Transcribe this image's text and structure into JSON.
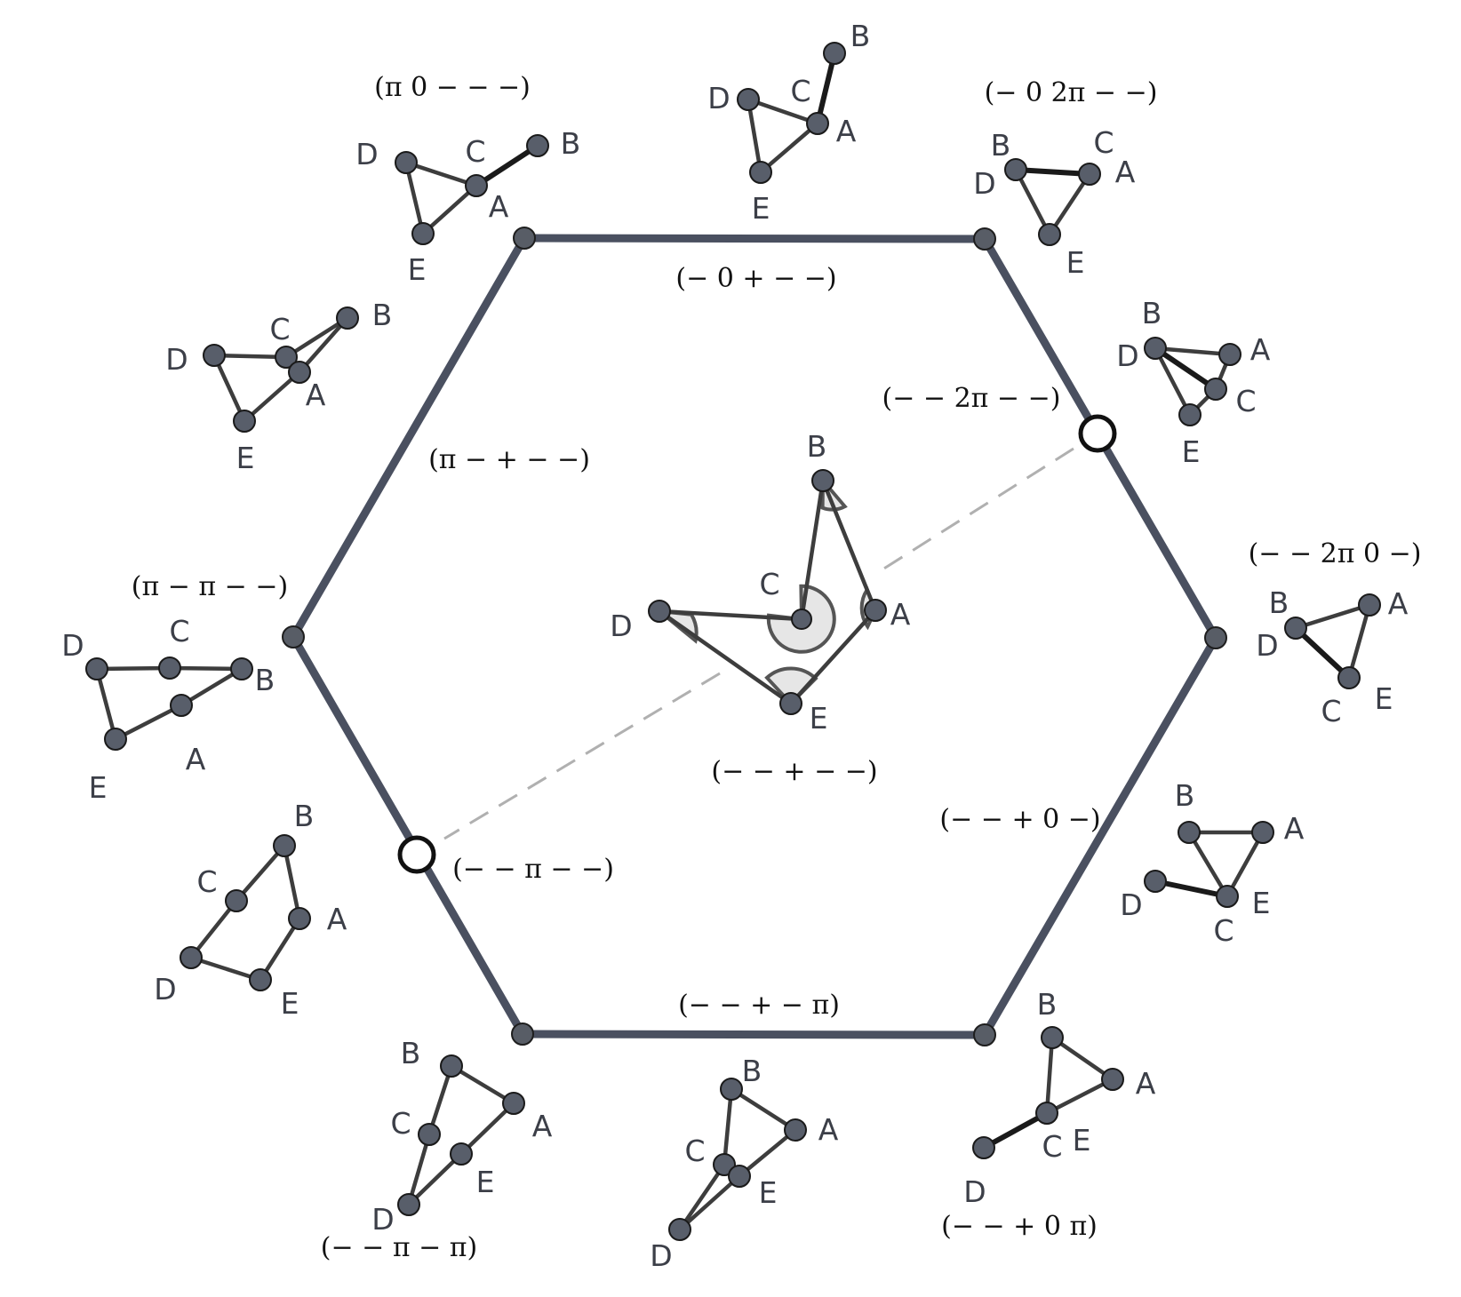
{
  "hexagon": {
    "edge_labels": {
      "top": "(− 0 + − −)",
      "upper_left": "(π − + − −)",
      "upper_right": "(− − 2π − −)",
      "lower_left": "(− − π − −)",
      "lower_right": "(− − + 0 −)",
      "bottom": "(− − + − π)",
      "center": "(− − + − −)"
    },
    "vertex_labels": {
      "top_left": "(π 0 − − −)",
      "top_right": "(− 0  2π  − −)",
      "right": "(− − 2π  0 −)",
      "left": "(π − π − −)",
      "bottom_left": "(− − π − π)",
      "bottom_right": "(− − + 0  π)"
    }
  },
  "center_shape": {
    "labels": {
      "A": "A",
      "B": "B",
      "C": "C",
      "D": "D",
      "E": "E"
    }
  },
  "configurations": [
    {
      "id": "top",
      "labels": {
        "A": "A",
        "B": "B",
        "C": "C",
        "D": "D",
        "E": "E"
      }
    },
    {
      "id": "top-left",
      "labels": {
        "A": "A",
        "B": "B",
        "C": "C",
        "D": "D",
        "E": "E"
      }
    },
    {
      "id": "top-right",
      "labels": {
        "A": "A",
        "B": "B",
        "C": "C",
        "D": "D",
        "E": "E"
      }
    },
    {
      "id": "upper-left",
      "labels": {
        "A": "A",
        "B": "B",
        "C": "C",
        "D": "D",
        "E": "E"
      }
    },
    {
      "id": "upper-right",
      "labels": {
        "A": "A",
        "B": "B",
        "C": "C",
        "D": "D",
        "E": "E"
      }
    },
    {
      "id": "left",
      "labels": {
        "A": "A",
        "B": "B",
        "C": "C",
        "D": "D",
        "E": "E"
      }
    },
    {
      "id": "right",
      "labels": {
        "A": "A",
        "B": "B",
        "C": "C",
        "D": "D",
        "E": "E"
      }
    },
    {
      "id": "lower-left",
      "labels": {
        "A": "A",
        "B": "B",
        "C": "C",
        "D": "D",
        "E": "E"
      }
    },
    {
      "id": "lower-right",
      "labels": {
        "A": "A",
        "B": "B",
        "C": "C",
        "D": "D",
        "E": "E"
      }
    },
    {
      "id": "bottom-left",
      "labels": {
        "A": "A",
        "B": "B",
        "C": "C",
        "D": "D",
        "E": "E"
      }
    },
    {
      "id": "bottom",
      "labels": {
        "A": "A",
        "B": "B",
        "C": "C",
        "D": "D",
        "E": "E"
      }
    },
    {
      "id": "bottom-right",
      "labels": {
        "A": "A",
        "B": "B",
        "C": "C",
        "D": "D",
        "E": "E"
      }
    }
  ]
}
